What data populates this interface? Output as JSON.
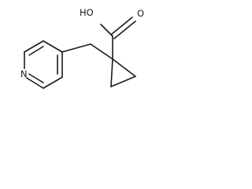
{
  "molecule": {
    "atoms": {
      "hydroxyl": "HO",
      "carbonyl_oxygen": "O",
      "ring_nitrogen": "N"
    },
    "bond_color": "#1a1a1a",
    "background": "#ffffff"
  }
}
